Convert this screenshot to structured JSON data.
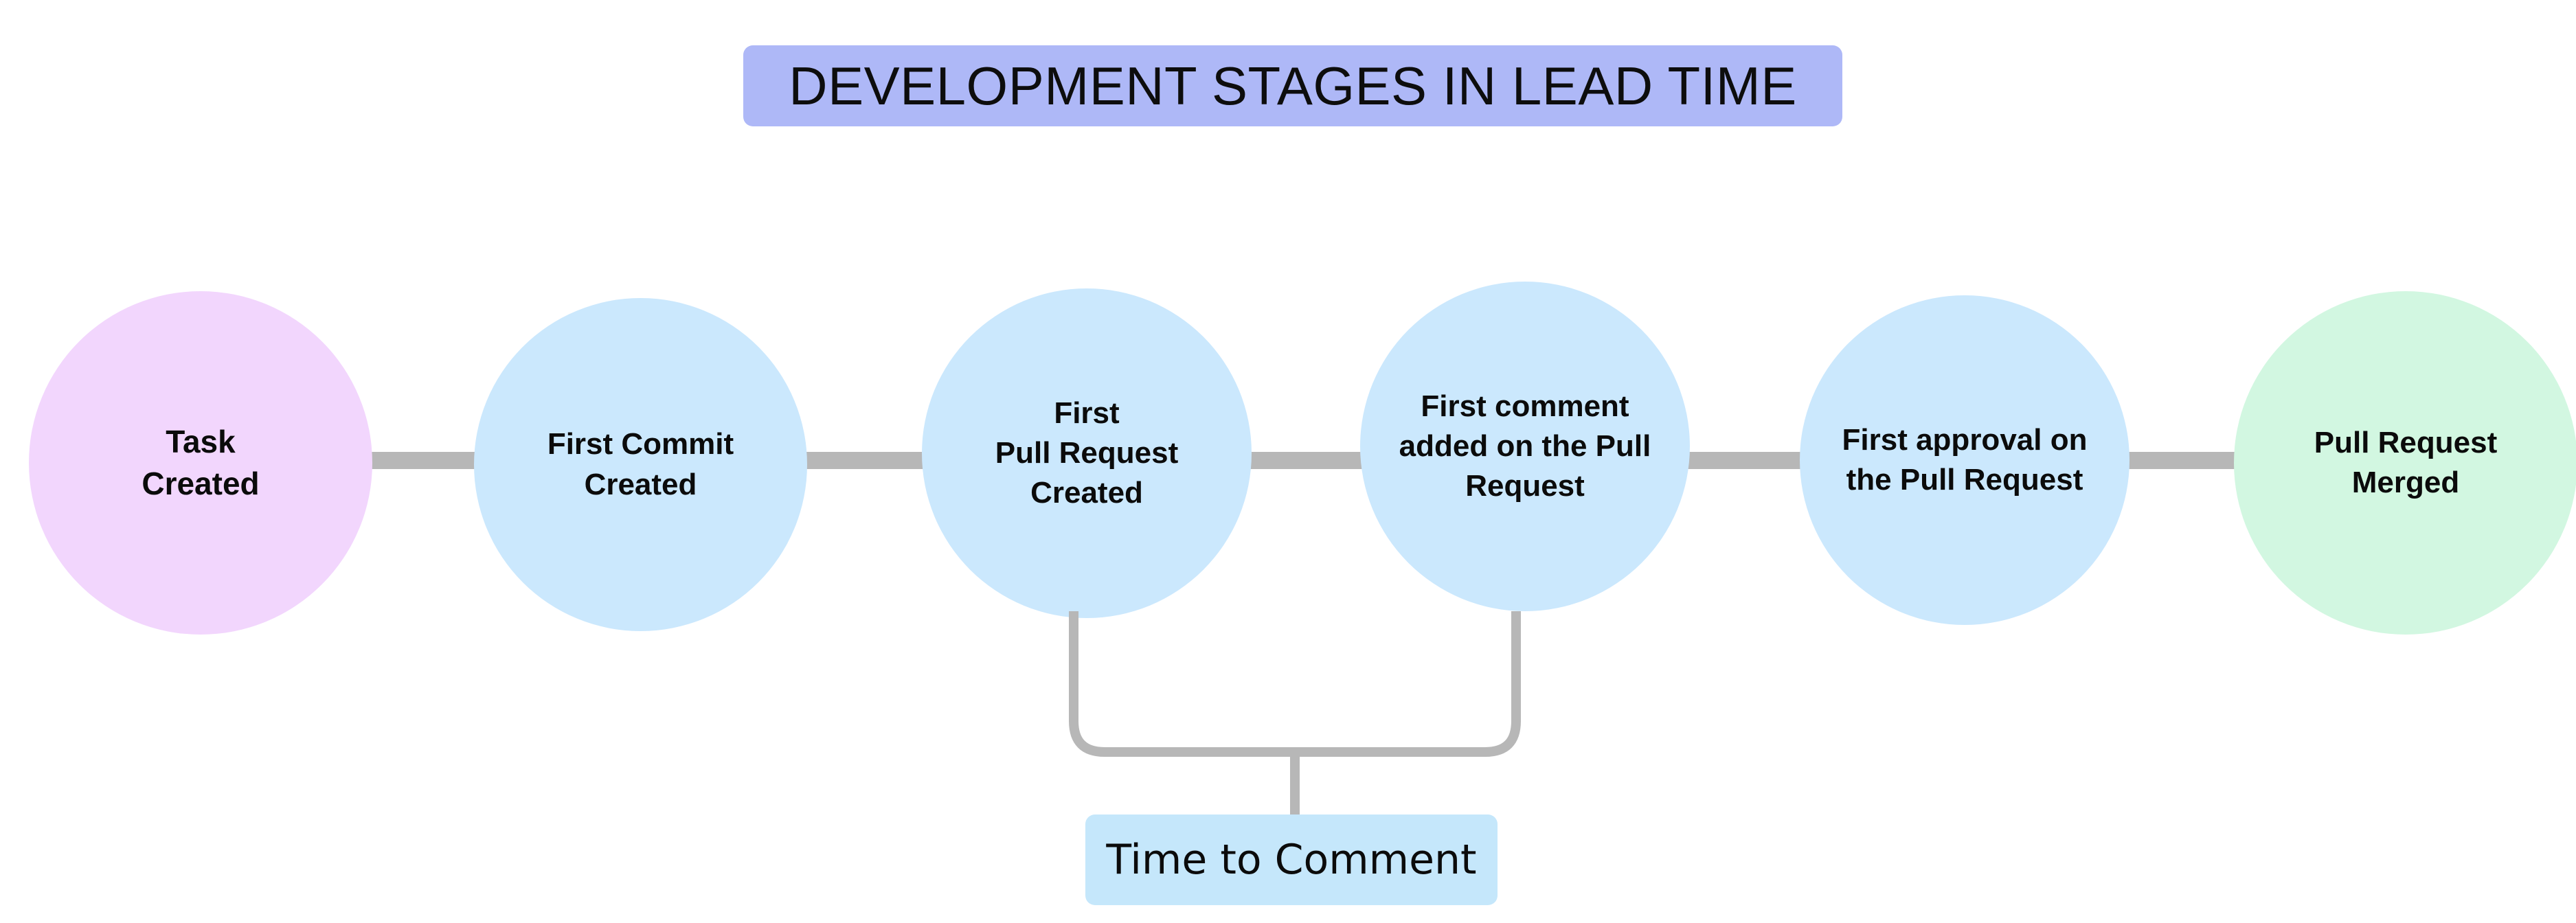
{
  "diagram": {
    "title": "DEVELOPMENT STAGES IN LEAD TIME",
    "colors": {
      "title_banner_bg": "#aeb8f7",
      "start_circle_bg": "#f2d6fd",
      "step_circle_bg": "#cbe8fd",
      "end_circle_bg": "#d2f7e1",
      "connector_line": "#b7b7b7",
      "annotation_bg": "#c5e7fb",
      "text": "#0b0b0b",
      "page_bg": "#ffffff"
    },
    "stages": [
      {
        "id": "task-created",
        "label": "Task\nCreated",
        "kind": "start"
      },
      {
        "id": "first-commit-created",
        "label": "First Commit\nCreated",
        "kind": "step"
      },
      {
        "id": "first-pr-created",
        "label": "First\nPull Request\nCreated",
        "kind": "step"
      },
      {
        "id": "first-comment-on-pr",
        "label": "First comment\nadded on the Pull\nRequest",
        "kind": "step"
      },
      {
        "id": "first-approval-on-pr",
        "label": "First approval on\nthe Pull Request",
        "kind": "step"
      },
      {
        "id": "pr-merged",
        "label": "Pull Request\nMerged",
        "kind": "end"
      }
    ],
    "connectors": [
      {
        "from": "task-created",
        "to": "first-commit-created"
      },
      {
        "from": "first-commit-created",
        "to": "first-pr-created"
      },
      {
        "from": "first-pr-created",
        "to": "first-comment-on-pr"
      },
      {
        "from": "first-comment-on-pr",
        "to": "first-approval-on-pr"
      },
      {
        "from": "first-approval-on-pr",
        "to": "pr-merged"
      }
    ],
    "annotations": [
      {
        "id": "time-to-comment",
        "label": "Time to Comment",
        "spans_from": "first-pr-created",
        "spans_to": "first-comment-on-pr"
      }
    ]
  }
}
